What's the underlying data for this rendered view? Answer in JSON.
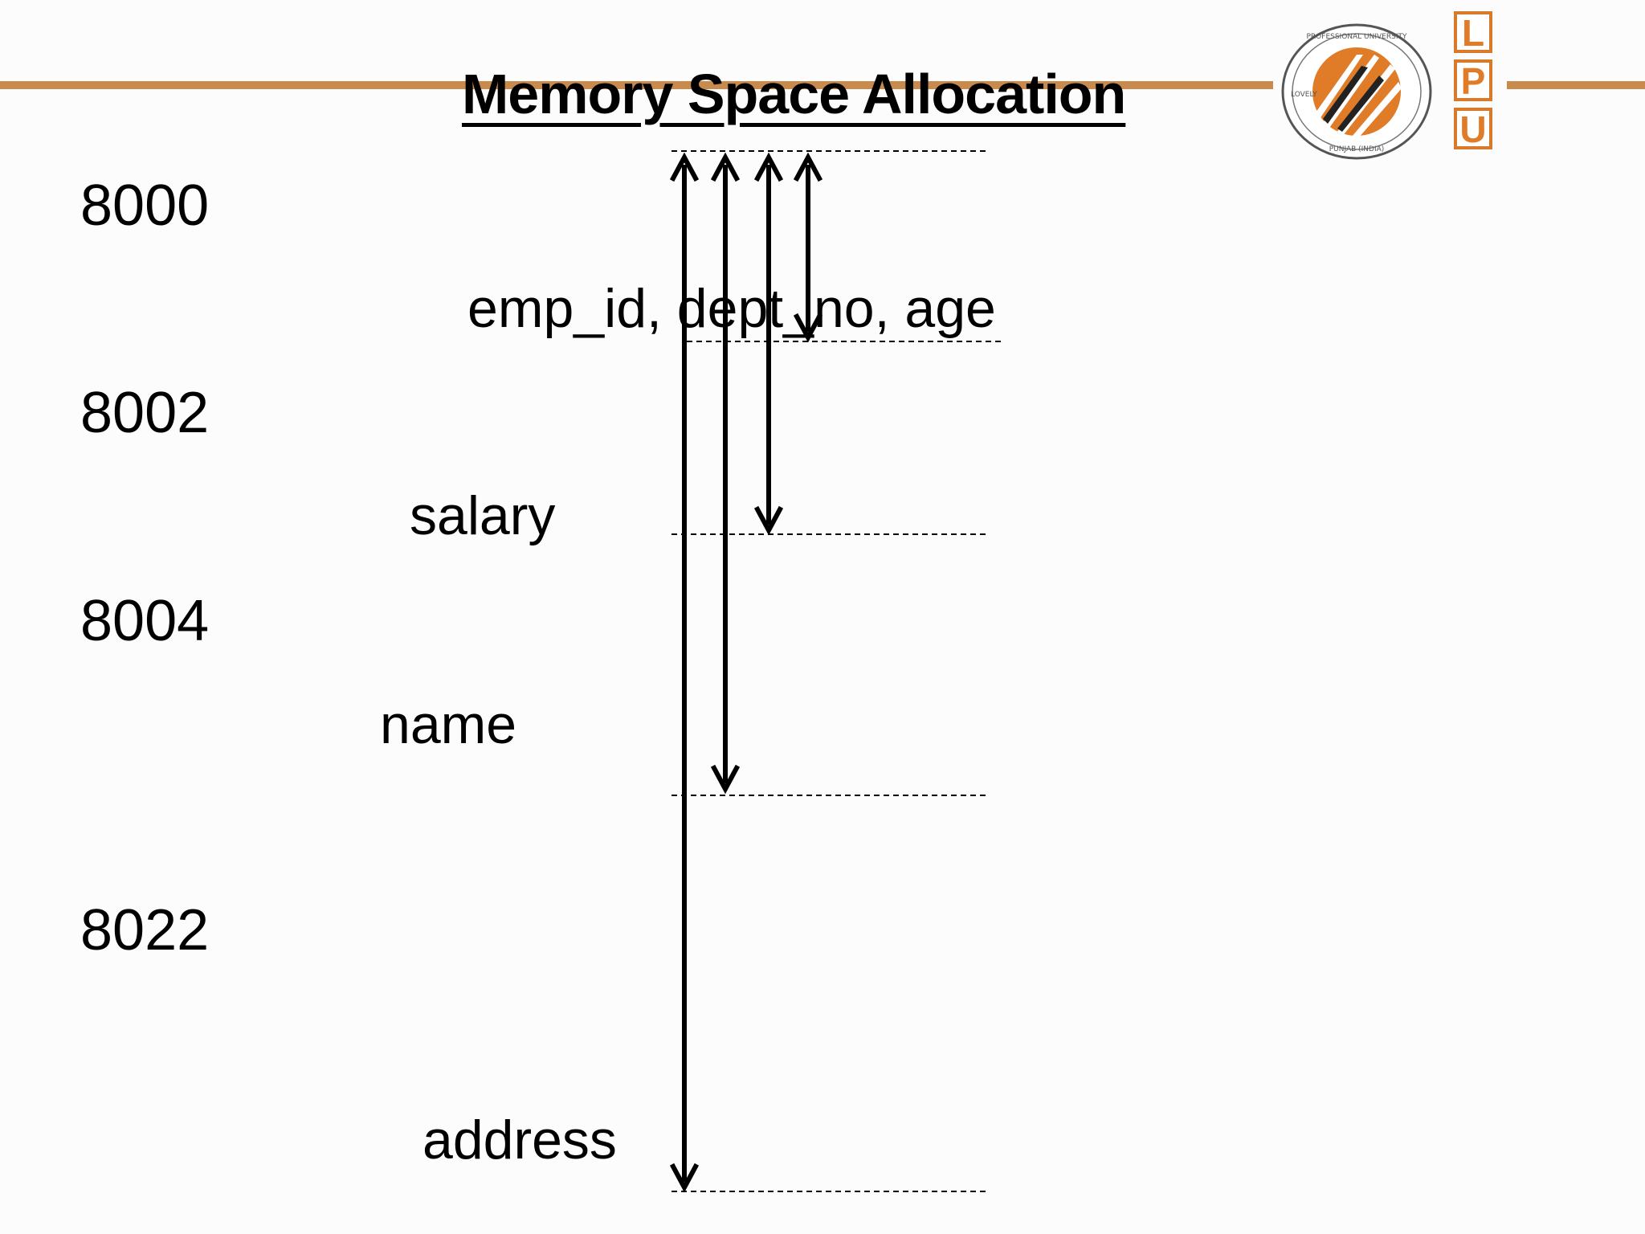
{
  "slide": {
    "title": "Memory Space Allocation",
    "addresses": [
      "8000",
      "8002",
      "8004",
      "8022"
    ],
    "fields": [
      "emp_id, dept_no, age",
      "salary",
      "name",
      "address"
    ]
  },
  "logo": {
    "seal_text_top": "PROFESSIONAL UNIVERSITY",
    "seal_text_left": "LOVELY",
    "seal_text_bottom": "PUNJAB (INDIA)",
    "letters": [
      "L",
      "P",
      "U"
    ]
  },
  "colors": {
    "accent_orange": "#c98a4d",
    "logo_orange": "#e07b28",
    "ink": "#000000"
  },
  "icons": [
    "up-arrow-icon",
    "down-arrow-icon"
  ]
}
